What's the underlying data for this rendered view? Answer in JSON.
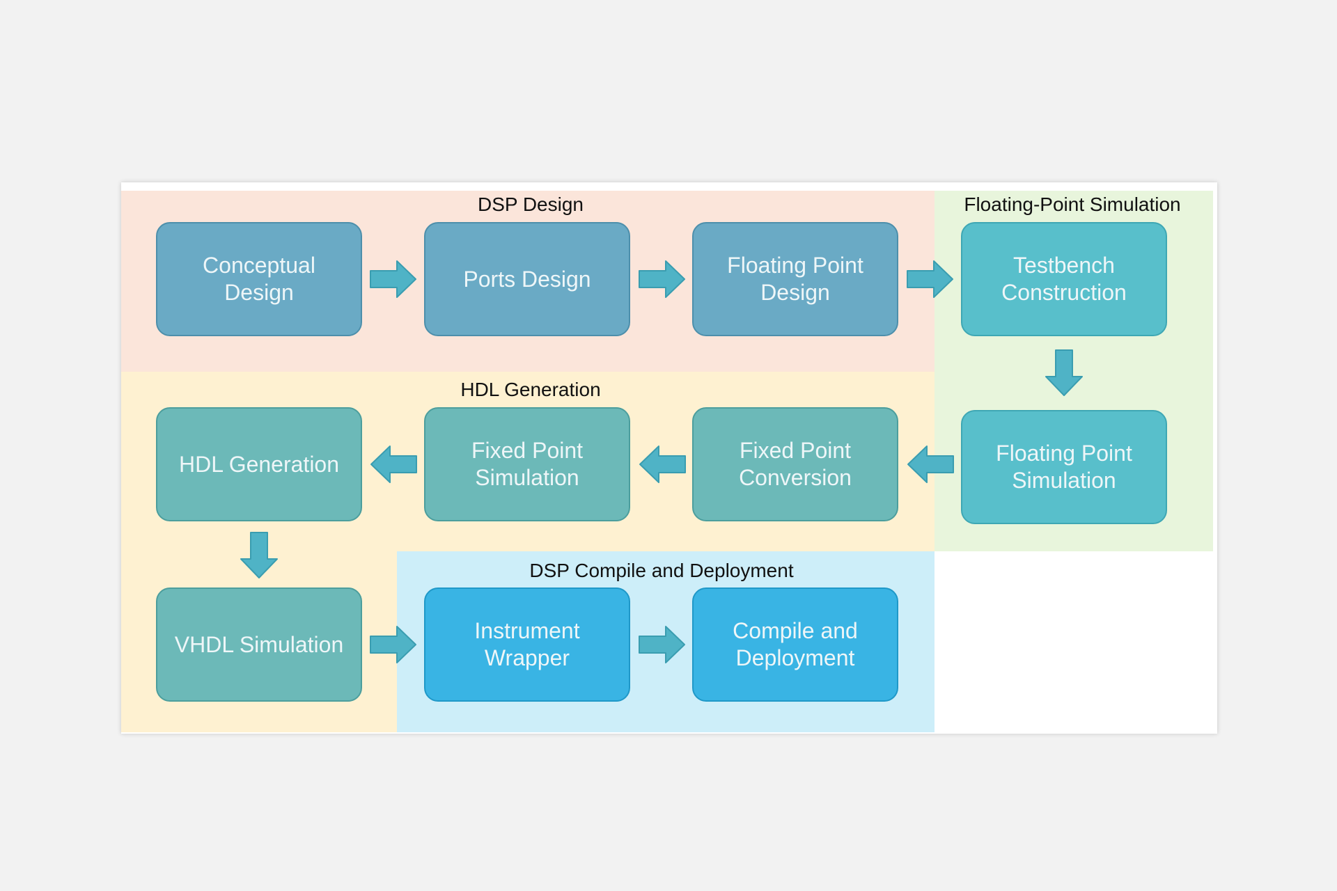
{
  "colors": {
    "background": "#f2f2f2",
    "dsp_region": "#fbe5da",
    "float_region": "#e8f5dc",
    "hdl_region": "#fef1d1",
    "compile_region": "#cdeef9",
    "dsp_node_fill": "#6aaac5",
    "dsp_node_border": "#4d8fab",
    "sim_node_fill": "#58bfcb",
    "sim_node_border": "#3ea7b4",
    "hdl_node_fill": "#6cb9b8",
    "hdl_node_border": "#4c9e9d",
    "deploy_node_fill": "#39b4e4",
    "deploy_node_border": "#1f98c8",
    "arrow_fill": "#4fb3c6",
    "arrow_stroke": "#3a9db0"
  },
  "groups": {
    "dsp_design": "DSP Design",
    "floating_point_simulation": "Floating-Point Simulation",
    "hdl_generation": "HDL Generation",
    "compile_deployment": "DSP Compile and Deployment"
  },
  "nodes": {
    "conceptual_design": "Conceptual\nDesign",
    "ports_design": "Ports Design",
    "floating_point_design": "Floating Point\nDesign",
    "testbench_construction": "Testbench\nConstruction",
    "floating_point_simulation": "Floating Point\nSimulation",
    "fixed_point_conversion": "Fixed Point\nConversion",
    "fixed_point_simulation": "Fixed Point\nSimulation",
    "hdl_generation": "HDL Generation",
    "vhdl_simulation": "VHDL Simulation",
    "instrument_wrapper": "Instrument\nWrapper",
    "compile_deployment": "Compile and\nDeployment"
  }
}
